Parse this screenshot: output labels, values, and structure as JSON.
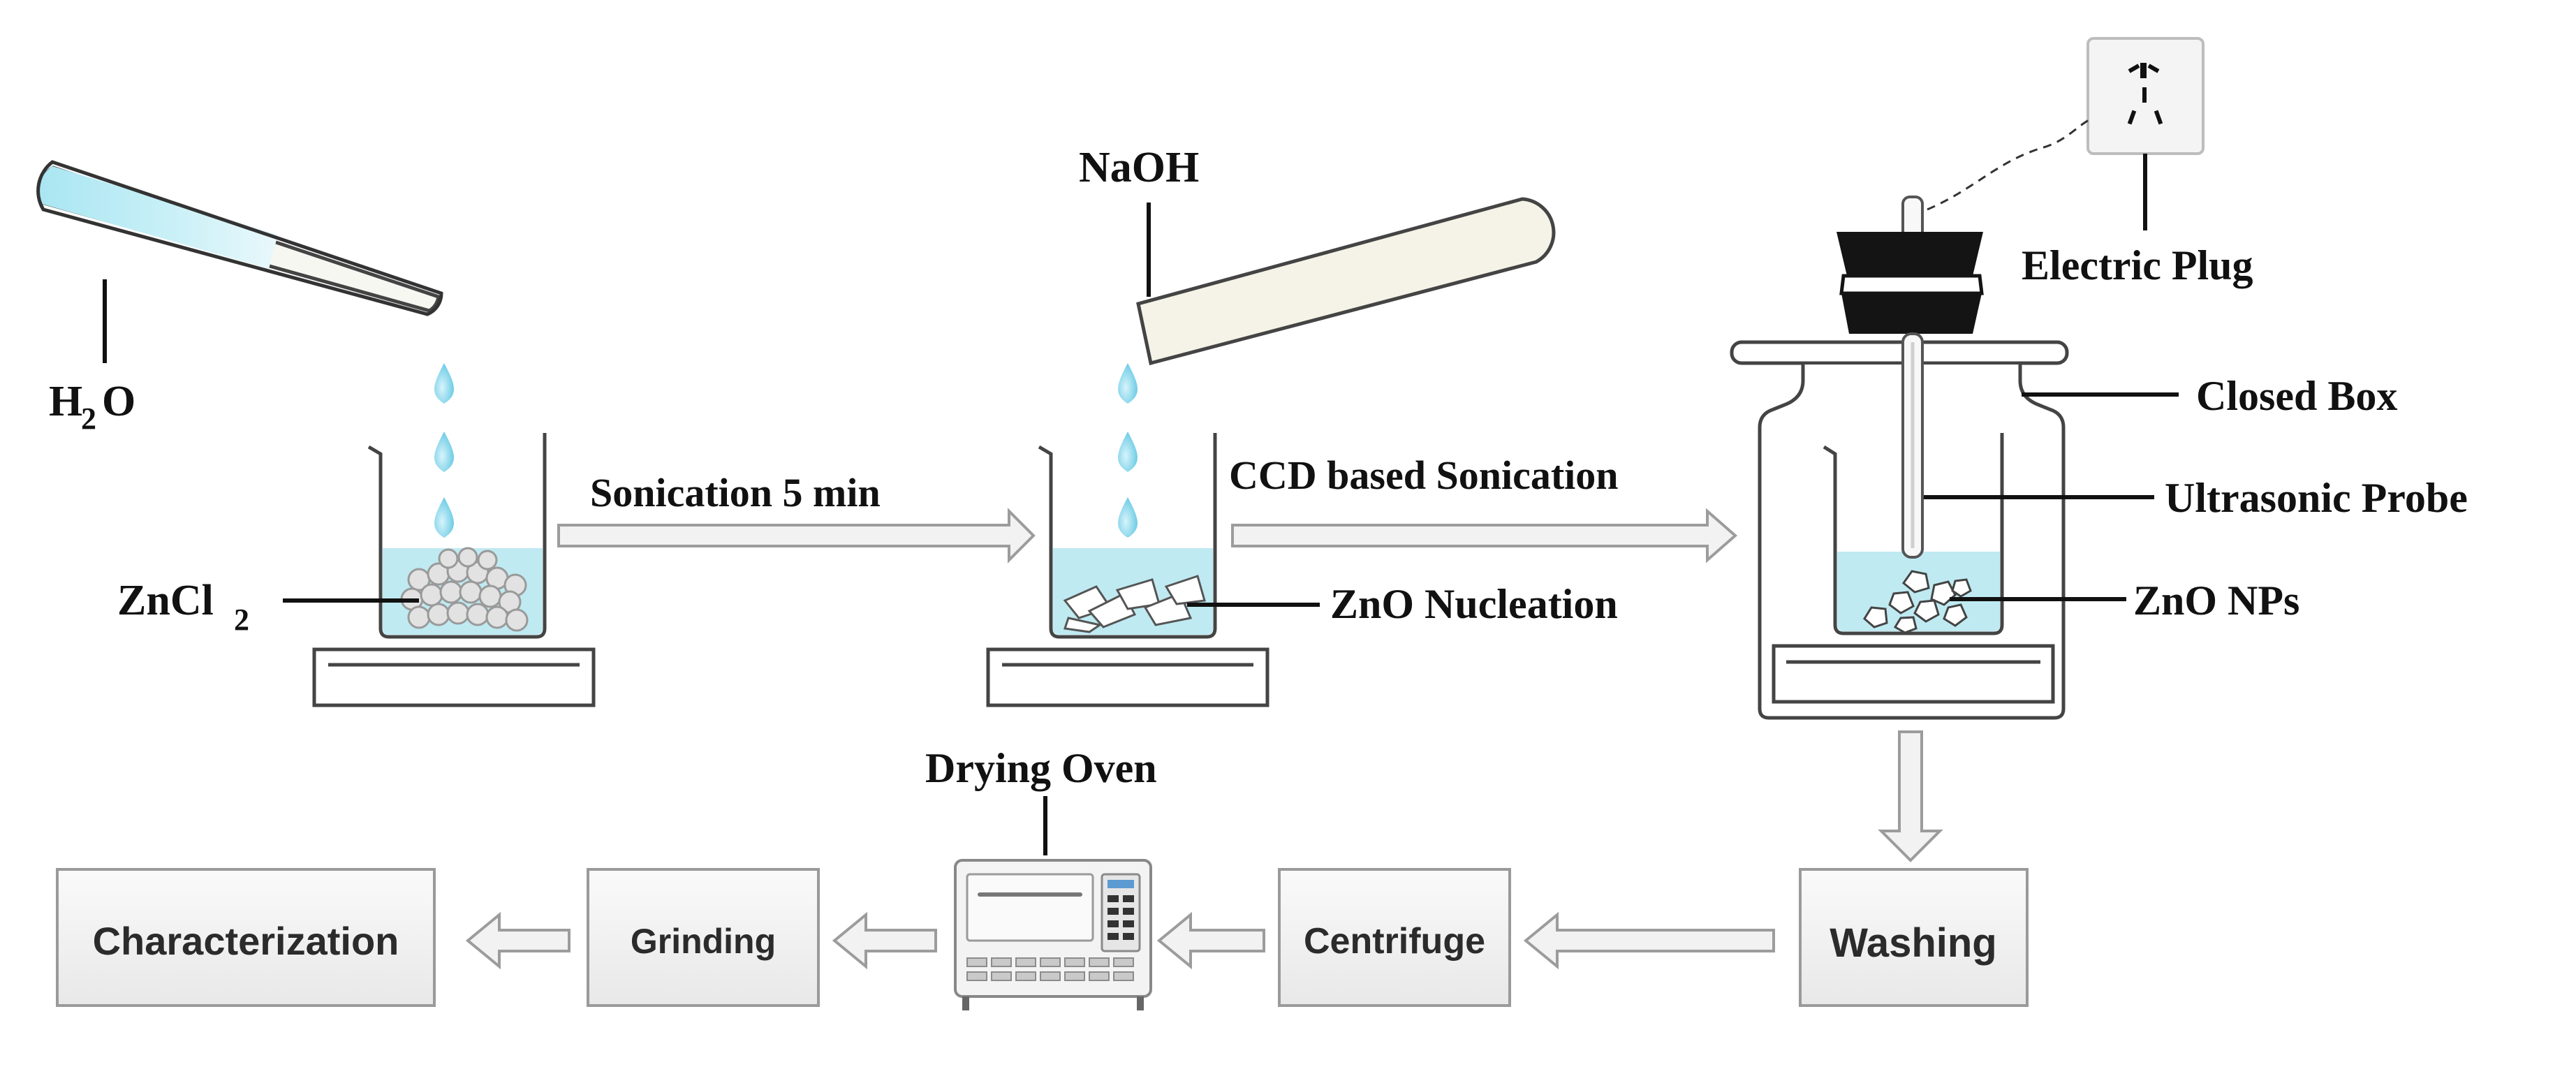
{
  "labels": {
    "h2o_main": "H",
    "h2o_sub": "2",
    "h2o_tail": "O",
    "zncl2_main": "ZnCl",
    "zncl2_sub": "2",
    "naoh": "NaOH",
    "sonication_5min": "Sonication 5 min",
    "ccd_sonication": "CCD based Sonication",
    "zno_nucleation": "ZnO Nucleation",
    "electric_plug": "Electric Plug",
    "closed_box": "Closed Box",
    "ultrasonic_probe": "Ultrasonic Probe",
    "zno_nps": "ZnO NPs",
    "drying_oven": "Drying Oven"
  },
  "process_boxes": {
    "washing": "Washing",
    "centrifuge": "Centrifuge",
    "grinding": "Grinding",
    "characterization": "Characterization"
  },
  "colors": {
    "solution": "#bfeaf2",
    "droplet": "#7fd3ea",
    "tube_cream": "#f5f3e7",
    "box_fill": "#f1f1f1",
    "box_stroke": "#9a9a9a",
    "arrow_fill": "#f2f2f2",
    "arrow_stroke": "#9c9c9c",
    "stopper": "#141414",
    "text": "#111111"
  }
}
